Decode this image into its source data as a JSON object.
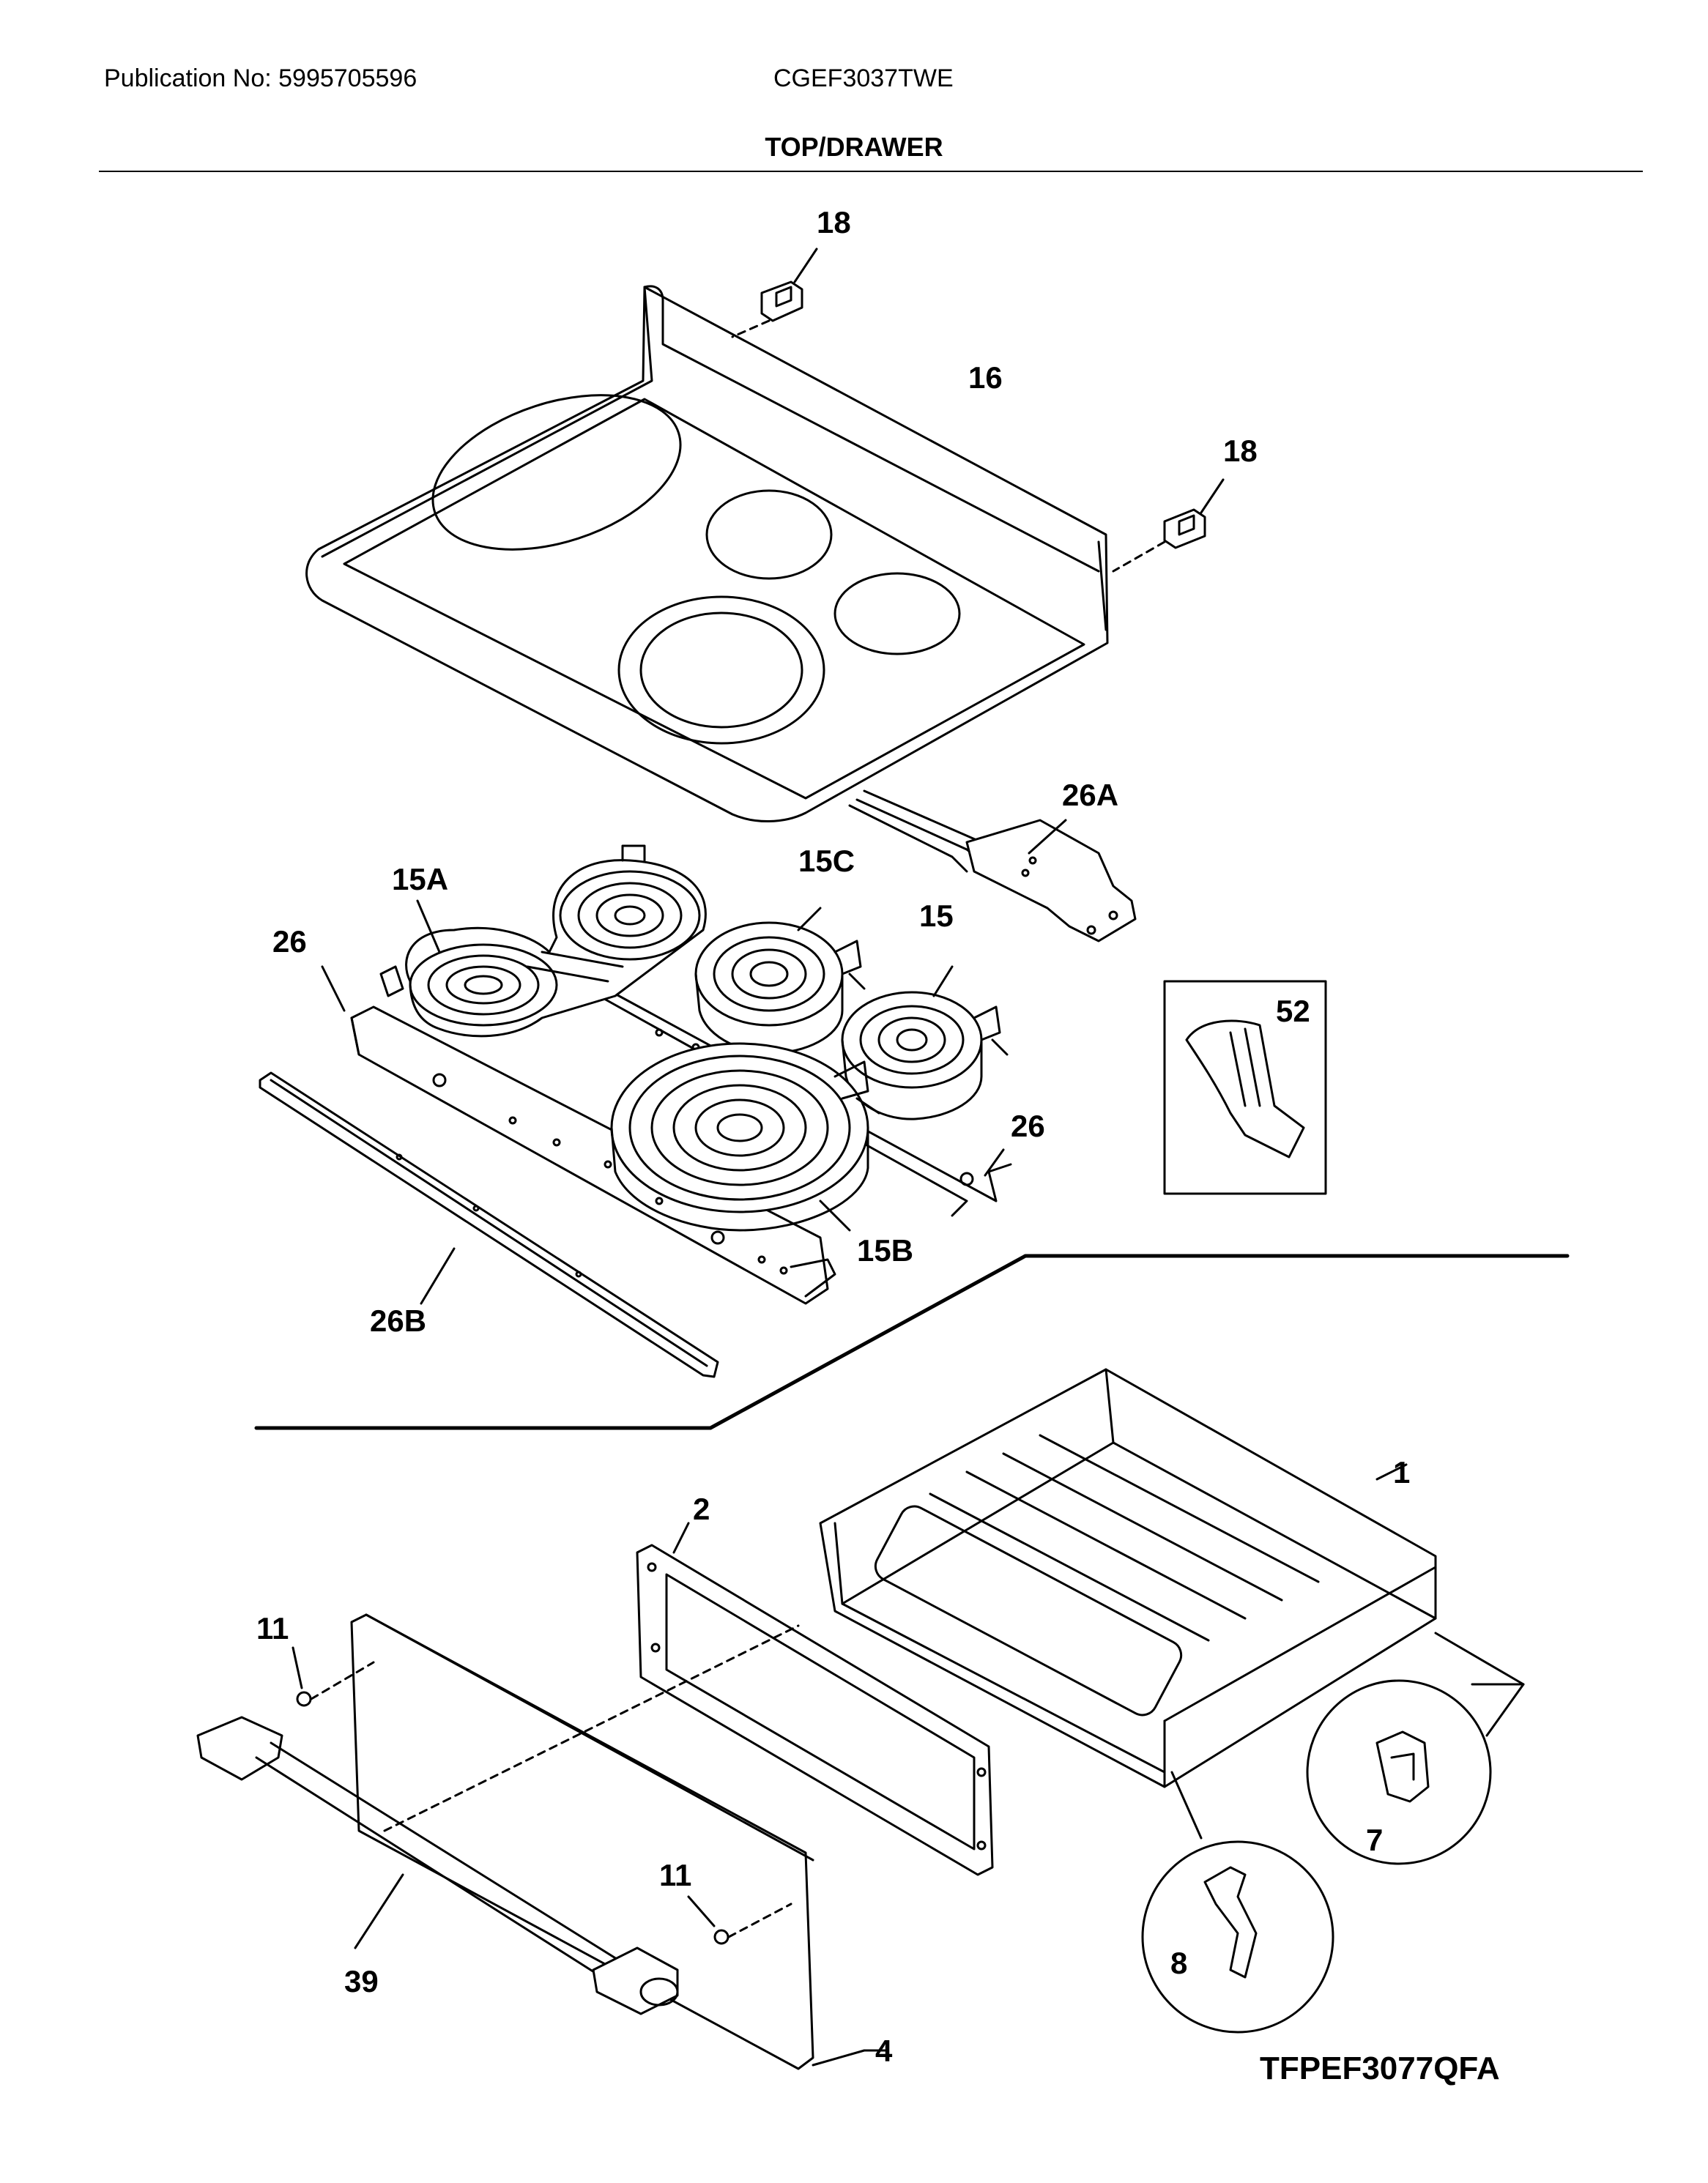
{
  "header": {
    "publication": "Publication No: 5995705596",
    "model": "CGEF3037TWE",
    "section_title": "TOP/DRAWER"
  },
  "diagram_code": "TFPEF3077QFA",
  "callouts": {
    "c18a": "18",
    "c16": "16",
    "c18b": "18",
    "c26a": "26A",
    "c15a": "15A",
    "c15c": "15C",
    "c15": "15",
    "c26l": "26",
    "c52": "52",
    "c26r": "26",
    "c15b": "15B",
    "c26b": "26B",
    "c1": "1",
    "c2": "2",
    "c11a": "11",
    "c7": "7",
    "c11b": "11",
    "c8": "8",
    "c39": "39",
    "c4": "4"
  }
}
